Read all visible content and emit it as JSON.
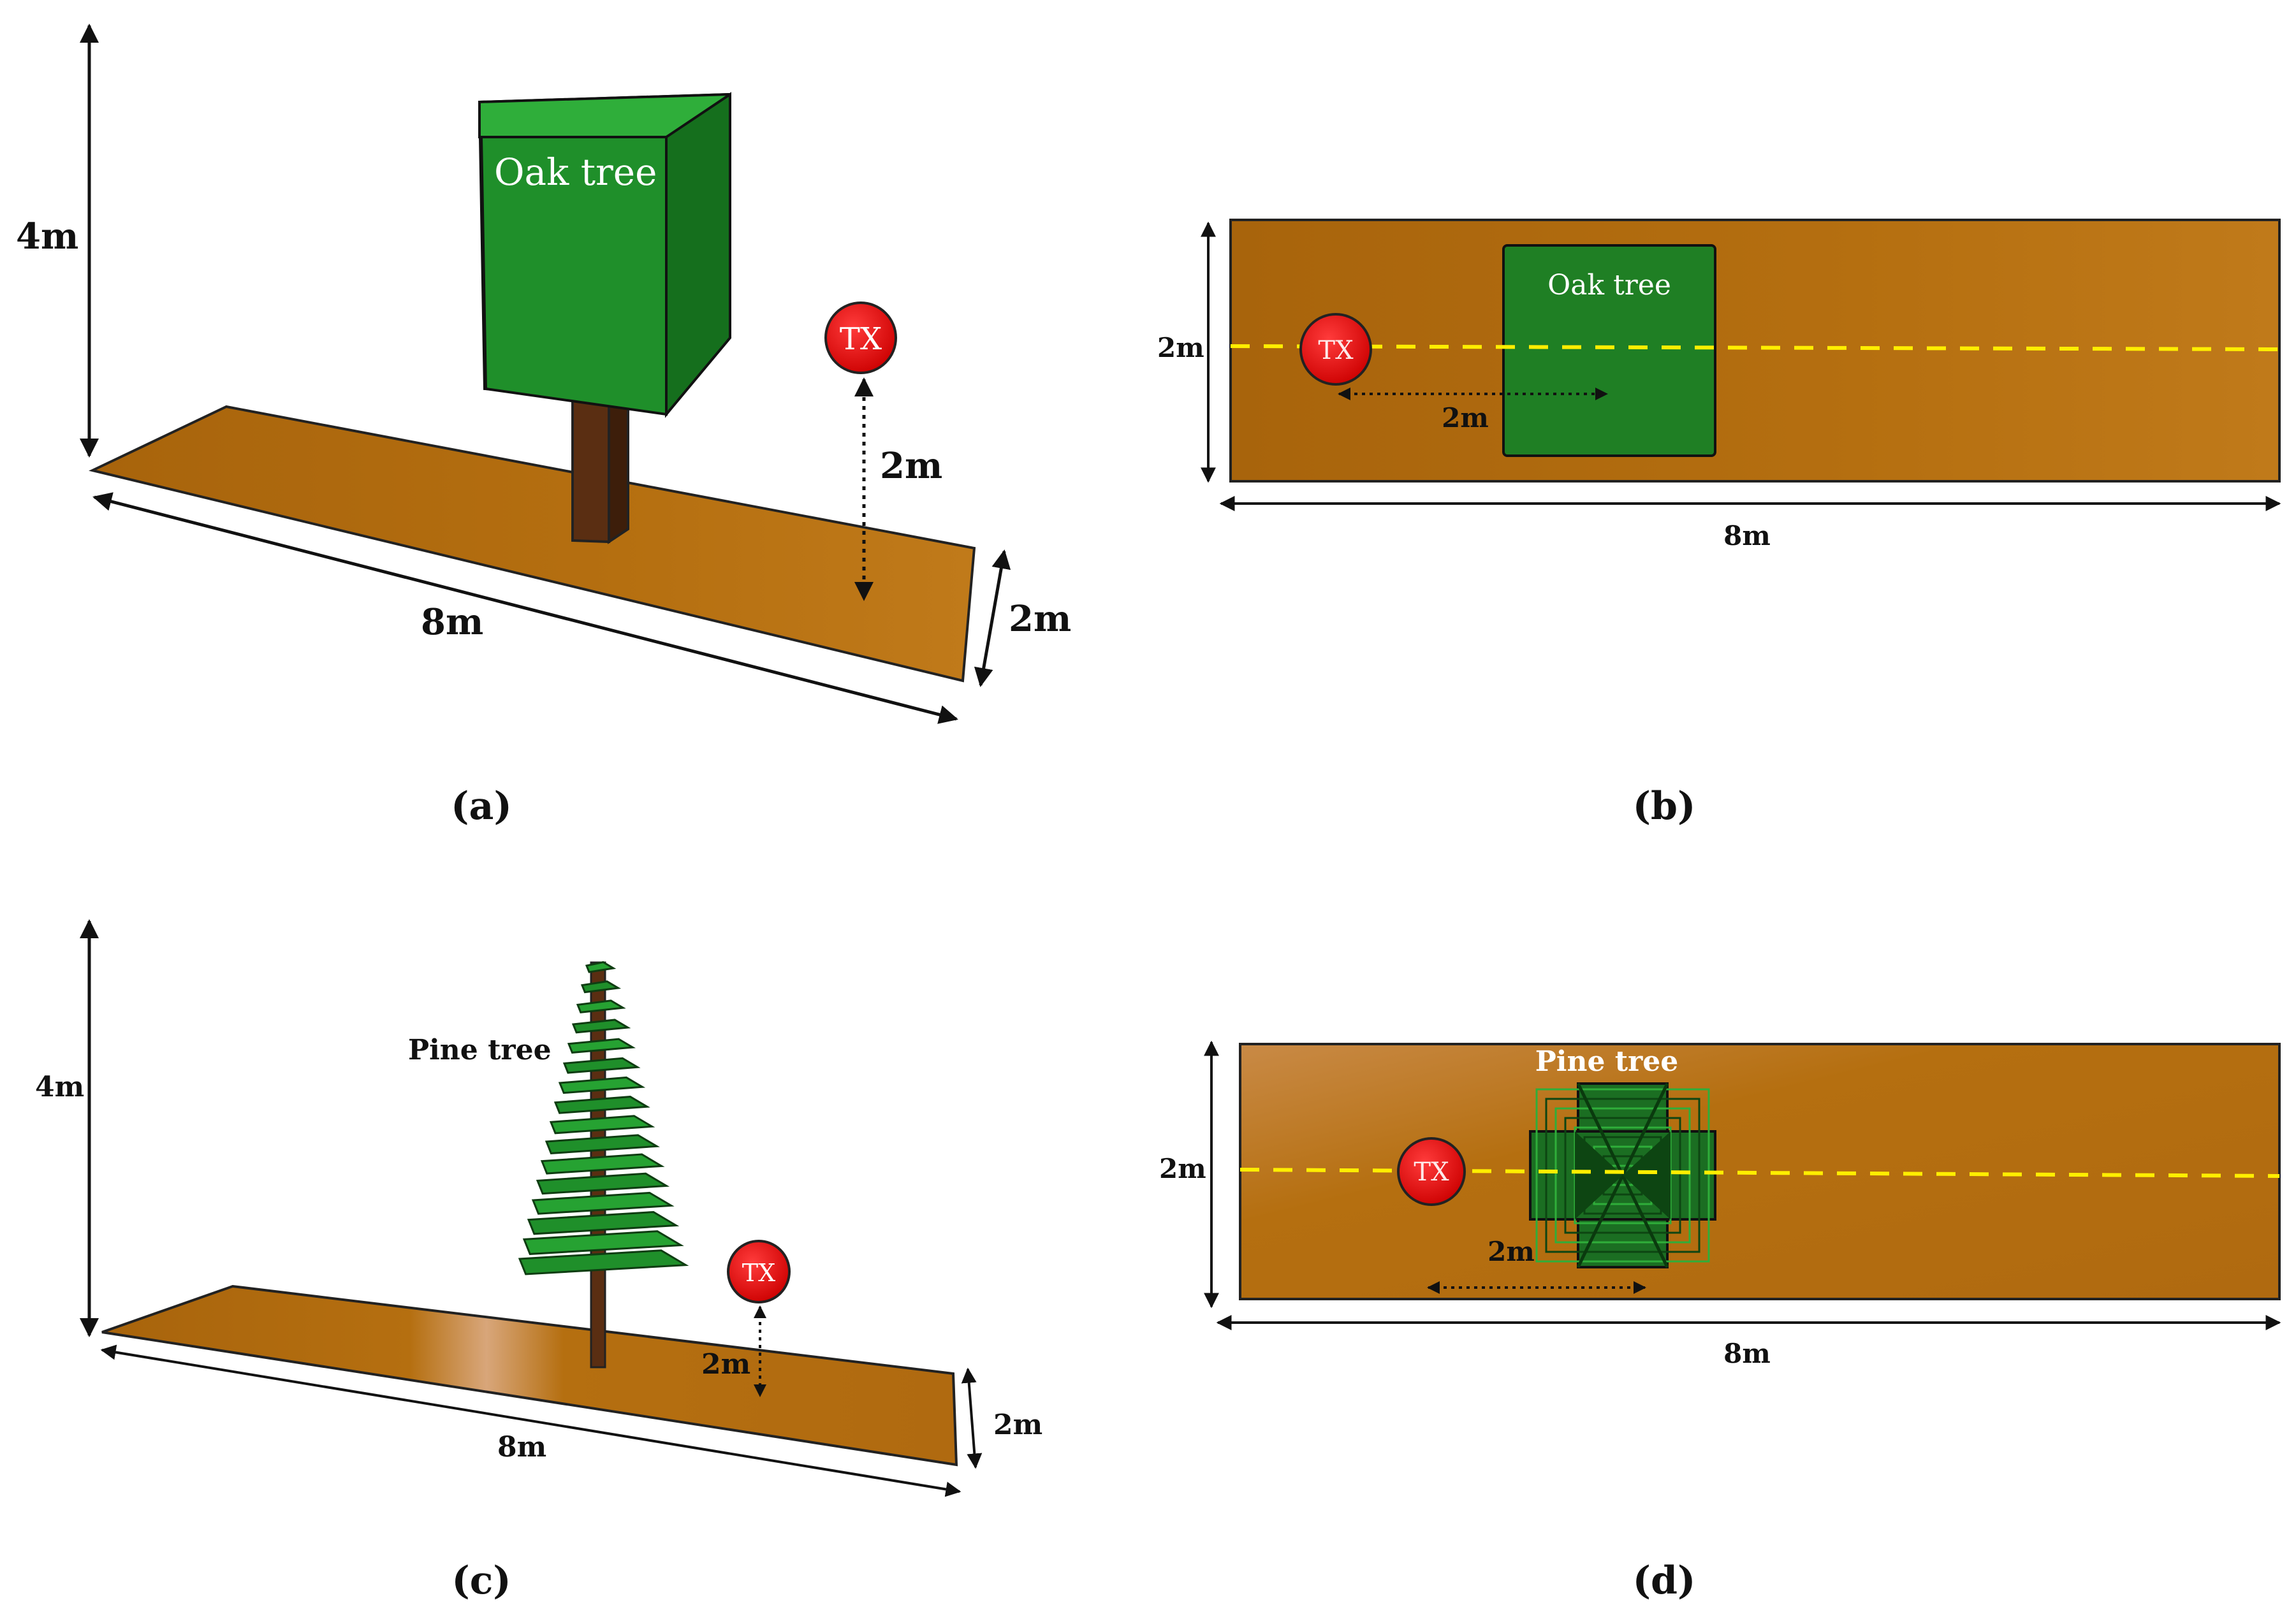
{
  "panels": {
    "a": {
      "label": "(a)",
      "tree_label": "Oak tree",
      "tx_label": "TX",
      "height_dim": "4m",
      "length_dim": "8m",
      "width_dim": "2m",
      "tx_height_dim": "2m"
    },
    "b": {
      "label": "(b)",
      "tree_label": "Oak tree",
      "tx_label": "TX",
      "width_dim": "2m",
      "length_dim": "8m",
      "distance_dim": "2m"
    },
    "c": {
      "label": "(c)",
      "tree_label": "Pine tree",
      "tx_label": "TX",
      "height_dim": "4m",
      "length_dim": "8m",
      "width_dim": "2m",
      "tx_height_dim": "2m"
    },
    "d": {
      "label": "(d)",
      "tree_label": "Pine tree",
      "tx_label": "TX",
      "width_dim": "2m",
      "length_dim": "8m",
      "distance_dim": "2m"
    }
  },
  "colors": {
    "ground": "#b56f10",
    "ground_light": "#c98a3a",
    "canopy_front": "#1f8f2a",
    "canopy_side": "#136b1c",
    "canopy_top": "#2fae3a",
    "trunk": "#5a2e12",
    "tx": "#e00000",
    "path_line": "#ffee00"
  }
}
